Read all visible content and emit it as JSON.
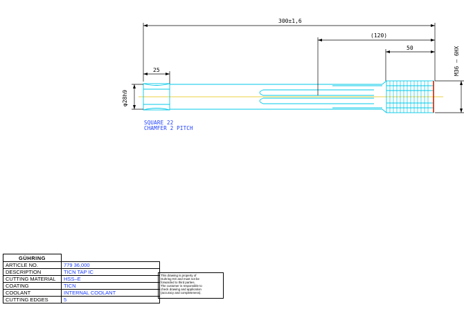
{
  "dimensions": {
    "overall_length": "300±1,6",
    "thread_length": "(120)",
    "thread_section": "50",
    "square_length": "25",
    "shank_diameter": "φ28h9",
    "thread_spec": "M36 – 6HX"
  },
  "notes": [
    "SQUARE 22",
    "CHAMFER 2 PITCH"
  ],
  "title_block": {
    "logo": "GÜHRING",
    "rows": [
      {
        "label": "ARTICLE NO.",
        "value": "779 36,000"
      },
      {
        "label": "DESCRIPTION",
        "value": "TICN TAP IC"
      },
      {
        "label": "CUTTING MATERIAL",
        "value": "HSS–E"
      },
      {
        "label": "COATING",
        "value": "TICN"
      },
      {
        "label": "COOLANT",
        "value": "INTERNAL COOLANT"
      },
      {
        "label": "CUTTING EDGES",
        "value": "5"
      }
    ]
  },
  "disclaimer": [
    "This drawing is property of",
    "Guhring KG and must not be",
    "forwarded to third parties.",
    "The customer is responsible to",
    "check drawing and application",
    "(accuracy and completeness)."
  ],
  "colors": {
    "outline": "#00c8e8",
    "dimension": "#000000",
    "note": "#1a3cff",
    "centerline": "#e0c000",
    "thread_end": "#cc2200"
  }
}
